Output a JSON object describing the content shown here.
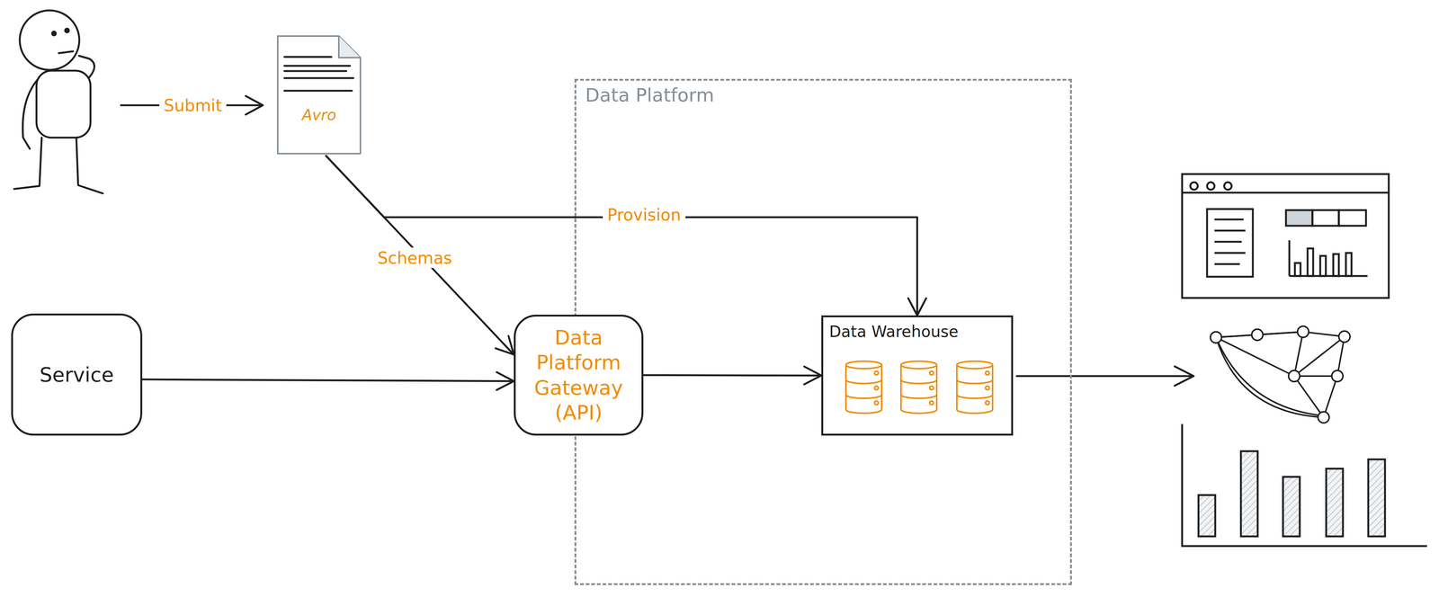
{
  "diagram": {
    "nodes": [
      {
        "text": [
          "Avro"
        ]
      },
      {
        "text": [
          "Data Platform"
        ]
      },
      {
        "text": [
          "Data Platform Gateway (API)"
        ],
        "in": 1
      },
      {
        "text": [
          "Data Warehouse"
        ],
        "in": 1
      },
      {
        "text": [
          "Service"
        ]
      }
    ],
    "edges": [
      {
        "from": 0,
        "to": 2,
        "label": "Schemas",
        "arrow": "to"
      },
      {
        "from": 0,
        "to": 3,
        "label": "Provision",
        "arrow": "to"
      },
      {
        "from": 4,
        "to": 2,
        "arrow": "to"
      },
      {
        "from": 2,
        "to": 3,
        "arrow": "to"
      }
    ],
    "labels": [
      "Submit"
    ]
  }
}
